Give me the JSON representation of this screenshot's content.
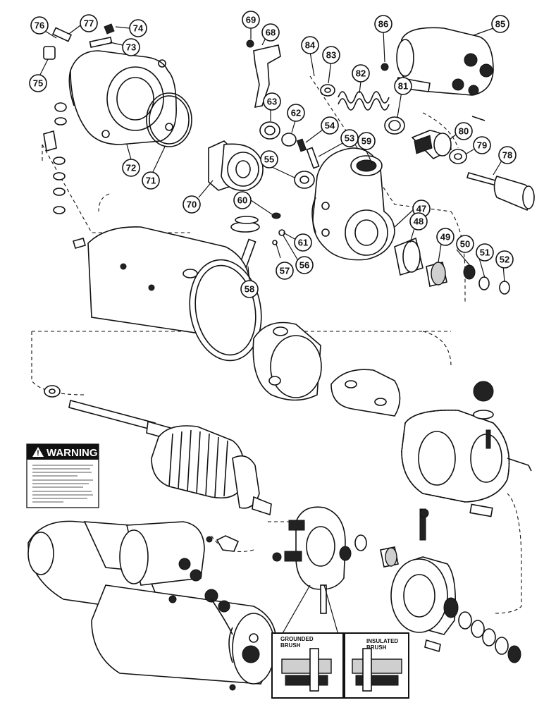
{
  "warning": {
    "title": "WARNING"
  },
  "inset": {
    "left_label_1": "GROUNDED",
    "left_label_2": "BRUSH",
    "right_label_1": "INSULATED",
    "right_label_2": "BRUSH"
  },
  "callouts": [
    {
      "n": "76"
    },
    {
      "n": "77"
    },
    {
      "n": "74"
    },
    {
      "n": "73"
    },
    {
      "n": "75"
    },
    {
      "n": "72"
    },
    {
      "n": "71"
    },
    {
      "n": "69"
    },
    {
      "n": "68"
    },
    {
      "n": "84"
    },
    {
      "n": "83"
    },
    {
      "n": "86"
    },
    {
      "n": "85"
    },
    {
      "n": "82"
    },
    {
      "n": "81"
    },
    {
      "n": "63"
    },
    {
      "n": "62"
    },
    {
      "n": "54"
    },
    {
      "n": "53"
    },
    {
      "n": "59"
    },
    {
      "n": "80"
    },
    {
      "n": "79"
    },
    {
      "n": "78"
    },
    {
      "n": "70"
    },
    {
      "n": "55"
    },
    {
      "n": "47"
    },
    {
      "n": "60"
    },
    {
      "n": "61"
    },
    {
      "n": "48"
    },
    {
      "n": "49"
    },
    {
      "n": "50"
    },
    {
      "n": "51"
    },
    {
      "n": "52"
    },
    {
      "n": "56"
    },
    {
      "n": "57"
    },
    {
      "n": "58"
    }
  ]
}
